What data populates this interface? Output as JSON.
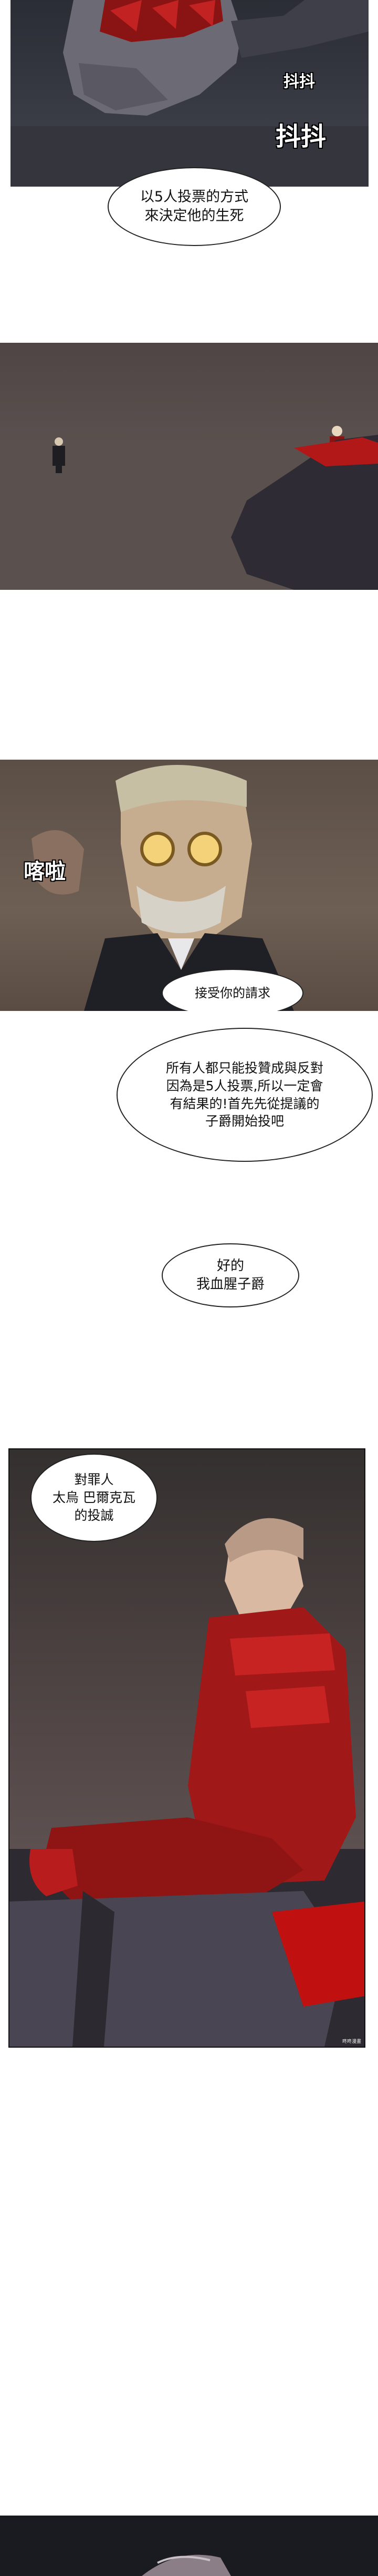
{
  "panel1": {
    "sfx_small": "抖抖",
    "sfx_large": "抖抖",
    "bubble": "以5人投票的方式\n來決定他的生死"
  },
  "panel3": {
    "sfx": "喀啦",
    "bubble": "接受你的請求"
  },
  "bubble_rules": "所有人都只能投贊成與反對\n因為是5人投票,所以一定會\n有結果的!首先先從提議的\n子爵開始投吧",
  "bubble_ok": "好的\n我血腥子爵",
  "panel4": {
    "bubble": "對罪人\n太烏 巴爾克瓦\n的投誠"
  },
  "watermark": "咚咚漫畫"
}
